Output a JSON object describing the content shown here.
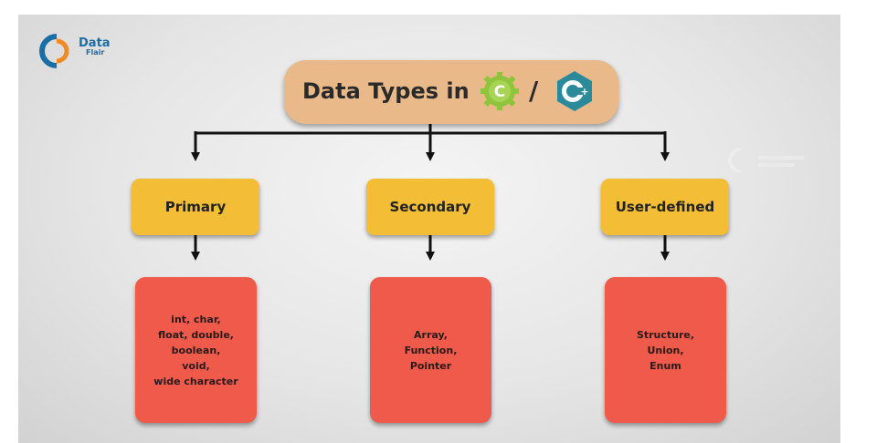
{
  "logo": {
    "line1": "Data",
    "line2": "Flair"
  },
  "title": {
    "text": "Data Types in",
    "badge_c": "C",
    "separator": "/",
    "badge_cpp": "C+"
  },
  "categories": [
    {
      "label": "Primary",
      "items": [
        "int, char,",
        "float, double,",
        "boolean,",
        "void,",
        "wide character"
      ]
    },
    {
      "label": "Secondary",
      "items": [
        "Array,",
        "Function,",
        "Pointer"
      ]
    },
    {
      "label": "User-defined",
      "items": [
        "Structure,",
        "Union,",
        "Enum"
      ]
    }
  ],
  "colors": {
    "title_box": "#e9b98a",
    "category_box": "#f3be35",
    "type_box": "#ef5a4a",
    "arrow": "#111111",
    "logo": "#1a6ea6",
    "c_badge": "#8fc43c",
    "cpp_badge": "#2a8a9a"
  }
}
